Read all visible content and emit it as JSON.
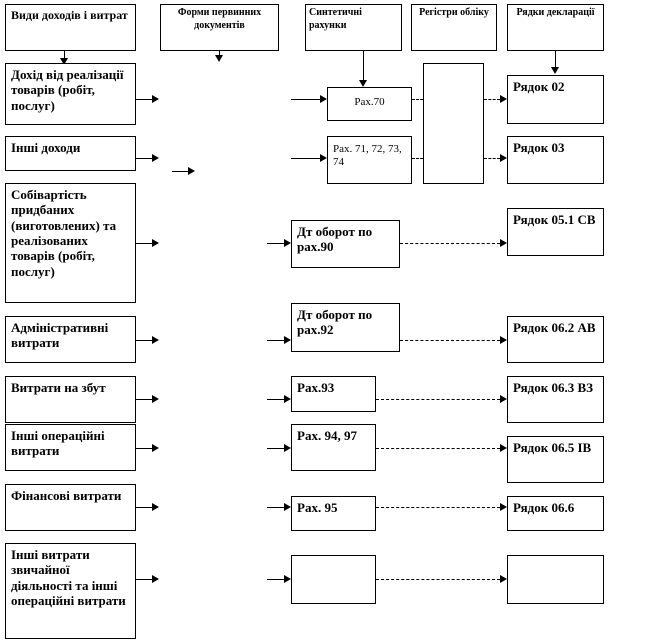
{
  "headers": {
    "types": "Види доходів і витрат",
    "forms": "Форми первинних документів",
    "synthetic": "Синтетичні рахунки",
    "registers": "Регістри обліку",
    "rows": "Рядки декларації"
  },
  "rows": [
    {
      "label": "Дохід від реалізації товарів (робіт, послуг)",
      "account": "Рах.70",
      "declaration": "Рядок 02"
    },
    {
      "label": "Інші доходи",
      "account": "Рах. 71, 72, 73, 74",
      "declaration": "Рядок 03"
    },
    {
      "label": "Собівартість придбаних (виготовлених) та реалізованих товарів (робіт, послуг)",
      "account": "Дт оборот по рах.90",
      "declaration": "Рядок 05.1 СВ"
    },
    {
      "label": "Адміністративні витрати",
      "account": "Дт оборот по рах.92",
      "declaration": "Рядок 06.2 АВ"
    },
    {
      "label": "Витрати на збут",
      "account": "Рах.93",
      "declaration": "Рядок 06.3 ВЗ"
    },
    {
      "label": "Інші операційні витрати",
      "account": "Рах. 94, 97",
      "declaration": "Рядок 06.5 ІВ"
    },
    {
      "label": "Фінансові витрати",
      "account": "Рах. 95",
      "declaration": "Рядок 06.6"
    },
    {
      "label": "Інші витрати звичайної діяльності та інші операційні витрати",
      "account": "",
      "declaration": ""
    }
  ]
}
